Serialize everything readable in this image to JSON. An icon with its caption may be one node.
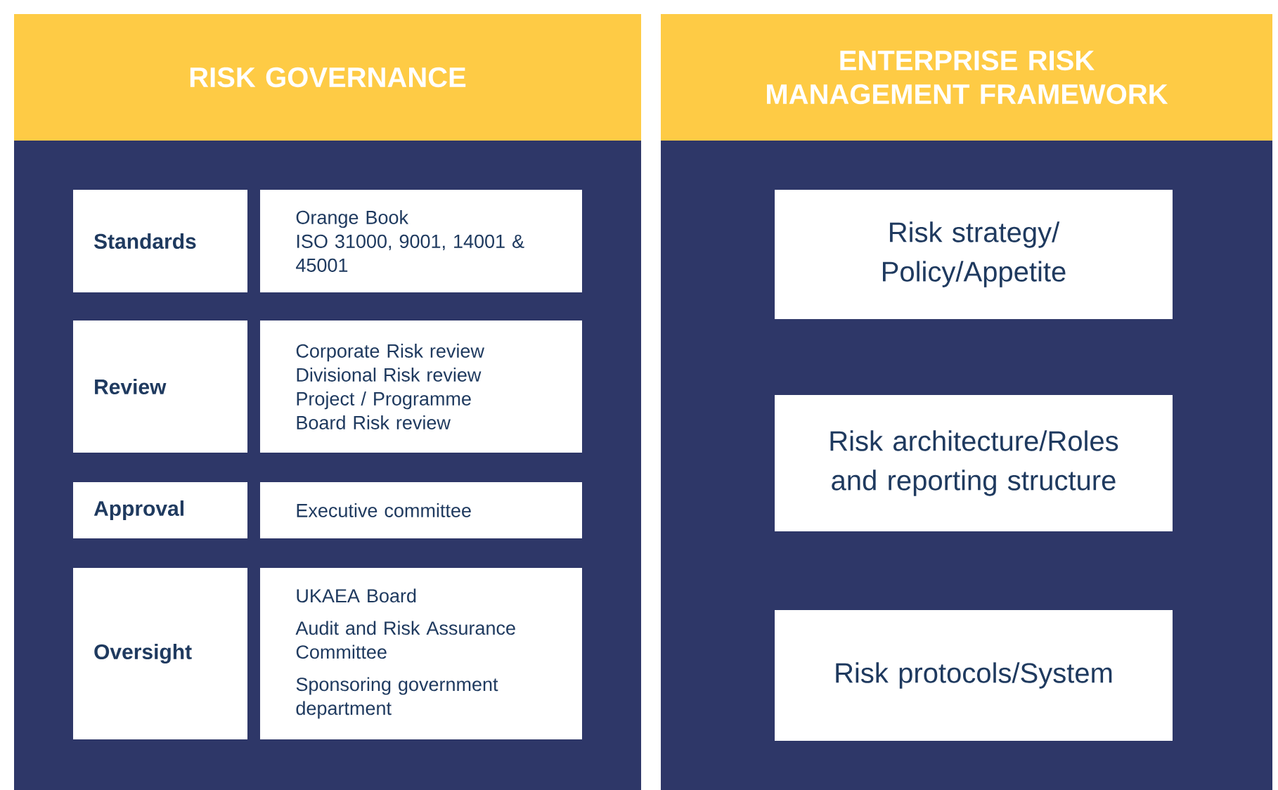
{
  "diagram": {
    "nodes": [
      {
        "text": [
          "RISK GOVERNANCE"
        ]
      },
      {
        "text": [
          "Standards"
        ],
        "in": 0
      },
      {
        "text": [
          "Orange Book",
          "ISO 31000, 9001, 14001 & 45001"
        ],
        "in": 0
      },
      {
        "text": [
          "Review"
        ],
        "in": 0
      },
      {
        "text": [
          "Corporate Risk review",
          "Divisional Risk review",
          "Project / Programme",
          "Board Risk review"
        ],
        "in": 0
      },
      {
        "text": [
          "Approval"
        ],
        "in": 0
      },
      {
        "text": [
          "Executive committee"
        ],
        "in": 0
      },
      {
        "text": [
          "Oversight"
        ],
        "in": 0
      },
      {
        "text": [
          "UKAEA Board",
          "Audit and Risk Assurance Committee",
          "Sponsoring government department"
        ],
        "in": 0
      },
      {
        "text": [
          "ENTERPRISE RISK MANAGEMENT FRAMEWORK"
        ]
      },
      {
        "text": [
          "Risk strategy/ Policy/Appetite"
        ],
        "in": 9
      },
      {
        "text": [
          "Risk architecture/Roles and reporting structure"
        ],
        "in": 9
      },
      {
        "text": [
          "Risk protocols/System"
        ],
        "in": 9
      }
    ]
  }
}
